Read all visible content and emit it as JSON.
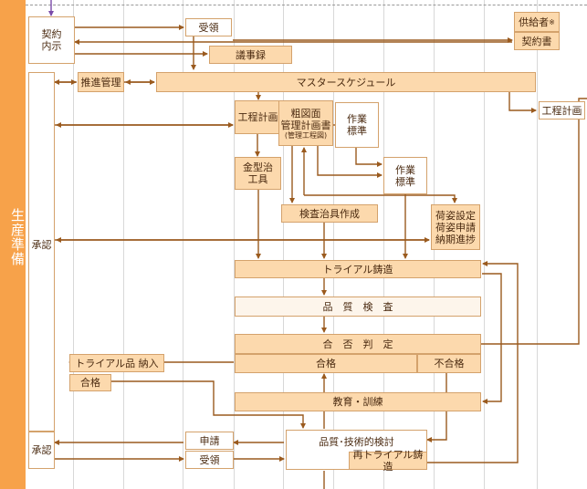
{
  "phase": "生産準備",
  "nodes": {
    "keiyaku_naiji": "契約内示",
    "jyuryo_top": "受領",
    "kyukyusha": "供給者",
    "kyukyusha_mark": "※",
    "keiyakusho": "契約書",
    "gijiroku": "議事録",
    "suishin_kanri": "推進管理",
    "master_schedule": "マスタースケジュール",
    "koutei_keikaku_right": "工程計画",
    "shonin_top": "承認",
    "koutei_keikaku": "工程計画",
    "sozu_line1": "粗図面",
    "sozu_line2": "管理計画書",
    "sozu_sub": "(管理工程図)",
    "sagyo_hyojun_1": "作業標準",
    "sagyo_hyojun_2": "作業標準",
    "kanagata": "金型治工具",
    "kensa_jigu": "検査治具作成",
    "nisugata": [
      "荷姿設定",
      "荷姿申請",
      "納期進捗"
    ],
    "trial_chuzo": "トライアル鋳造",
    "hinshitsu_kensa": "品　質　検　査",
    "gouhi_hantei": "合　否　判　定",
    "goukaku": "合格",
    "fugoukaku": "不合格",
    "trial_nounyu": "トライアル品 納入",
    "goukaku_left": "合格",
    "kyoiku_kunren": "教育・訓練",
    "shinsei": "申請",
    "jyuryo_bottom": "受領",
    "hinshitsu_kento": "品質･技術的検討",
    "sai_trial": "再トライアル鋳造",
    "shonin_bottom": "承認"
  },
  "colors": {
    "sidebar": "#f7a24a",
    "box_fill": "#fcd9ad",
    "arrow": "#9a5a1e",
    "border": "#d4a26c"
  }
}
